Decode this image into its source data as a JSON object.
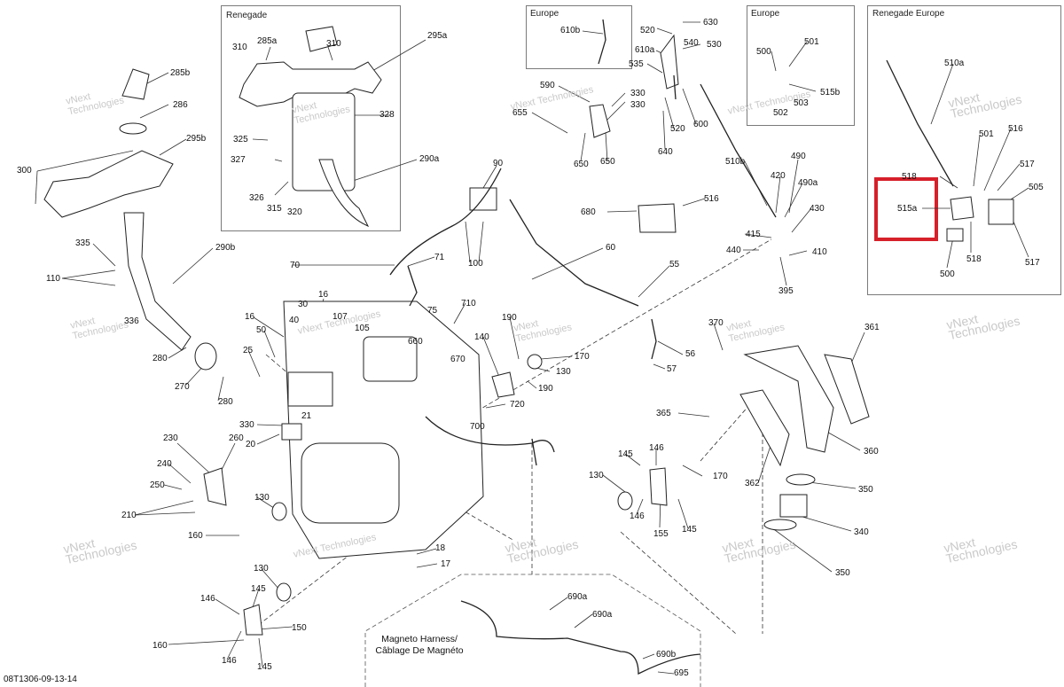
{
  "boxes": {
    "renegade": "Renegade",
    "europe_1": "Europe",
    "europe_2": "Europe",
    "renegade_europe": "Renegade Europe",
    "magneto_line1": "Magneto Harness/",
    "magneto_line2": "Câblage De Magnéto"
  },
  "watermark": {
    "line1": "vNext",
    "line2": "Technologies",
    "compact": "vNext Technologies"
  },
  "footer": "08T1306-09-13-14",
  "labels": {
    "l285a": "285a",
    "l295a": "295a",
    "l310a": "310",
    "l310b": "310",
    "l328": "328",
    "l325": "325",
    "l327": "327",
    "l326": "326",
    "l315": "315",
    "l320": "320",
    "l290a": "290a",
    "l285b": "285b",
    "l286": "286",
    "l295b": "295b",
    "l300": "300",
    "l335": "335",
    "l110": "110",
    "l336": "336",
    "l290b": "290b",
    "l280a": "280",
    "l270": "270",
    "l280b": "280",
    "l610b": "610b",
    "l520a": "520",
    "l630": "630",
    "l610a": "610a",
    "l540": "540",
    "l530": "530",
    "l535": "535",
    "l590": "590",
    "l330a": "330",
    "l330b": "330",
    "l655": "655",
    "l650a": "650",
    "l650b": "650",
    "l640": "640",
    "l520b": "520",
    "l600": "600",
    "l500a": "500",
    "l501a": "501",
    "l515b": "515b",
    "l503": "503",
    "l502": "502",
    "l510a": "510a",
    "l501b": "501",
    "l516a": "516",
    "l517a": "517",
    "l518a": "518",
    "l515a": "515a",
    "l505": "505",
    "l518b": "518",
    "l500b": "500",
    "l517b": "517",
    "l90": "90",
    "l680": "680",
    "l516b": "516",
    "l510b": "510b",
    "l490": "490",
    "l420": "420",
    "l490a": "490a",
    "l430": "430",
    "l415": "415",
    "l440": "440",
    "l410": "410",
    "l395": "395",
    "l60": "60",
    "l55": "55",
    "l70": "70",
    "l71": "71",
    "l100": "100",
    "l75": "75",
    "l16a": "16",
    "l30": "30",
    "l107": "107",
    "l40": "40",
    "l105": "105",
    "l16b": "16",
    "l50": "50",
    "l25": "25",
    "l710": "710",
    "l660": "660",
    "l670": "670",
    "l140": "140",
    "l190a": "190",
    "l170a": "170",
    "l130a": "130",
    "l190b": "190",
    "l56": "56",
    "l57": "57",
    "l720": "720",
    "l700": "700",
    "l370": "370",
    "l361": "361",
    "l365": "365",
    "l360": "360",
    "l362": "362",
    "l350a": "350",
    "l340": "340",
    "l350b": "350",
    "l330c": "330",
    "l21": "21",
    "l20": "20",
    "l230": "230",
    "l260": "260",
    "l240": "240",
    "l250": "250",
    "l210": "210",
    "l130b": "130",
    "l160a": "160",
    "l145a": "145",
    "l146a": "146",
    "l170b": "170",
    "l130c": "130",
    "l146b": "146",
    "l155": "155",
    "l145b": "145",
    "l18": "18",
    "l17": "17",
    "l130d": "130",
    "l145c": "145",
    "l146c": "146",
    "l150": "150",
    "l160b": "160",
    "l146d": "146",
    "l145d": "145",
    "l690a1": "690a",
    "l690a2": "690a",
    "l690b": "690b",
    "l695": "695"
  },
  "colors": {
    "ink": "#111111",
    "line": "#333333",
    "box_border": "#7a7a7a",
    "highlight": "#d6202a",
    "watermark": "#c9c9c9"
  }
}
